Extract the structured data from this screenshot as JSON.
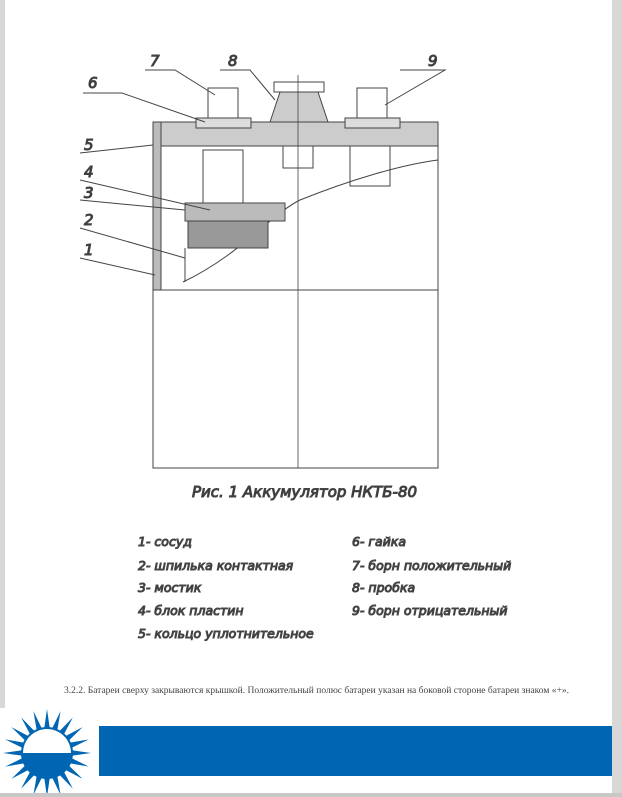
{
  "figure": {
    "caption": "Рис. 1 Аккумулятор НКТБ-80",
    "callouts": [
      "1",
      "2",
      "3",
      "4",
      "5",
      "6",
      "7",
      "8",
      "9"
    ],
    "legend": [
      "1- сосуд",
      "2- шпилька контактная",
      "3- мостик",
      "4- блок пластин",
      "5- кольцо уплотнительное",
      "6- гайка",
      "7- борн положительный",
      "8- пробка",
      "9- борн отрицательный"
    ]
  },
  "paragraph": "3.2.2. Батареи сверху закрываются крышкой. Положительный полюс батареи указан на боковой стороне батареи знаком «+».",
  "colors": {
    "brand": "#0066b3"
  }
}
